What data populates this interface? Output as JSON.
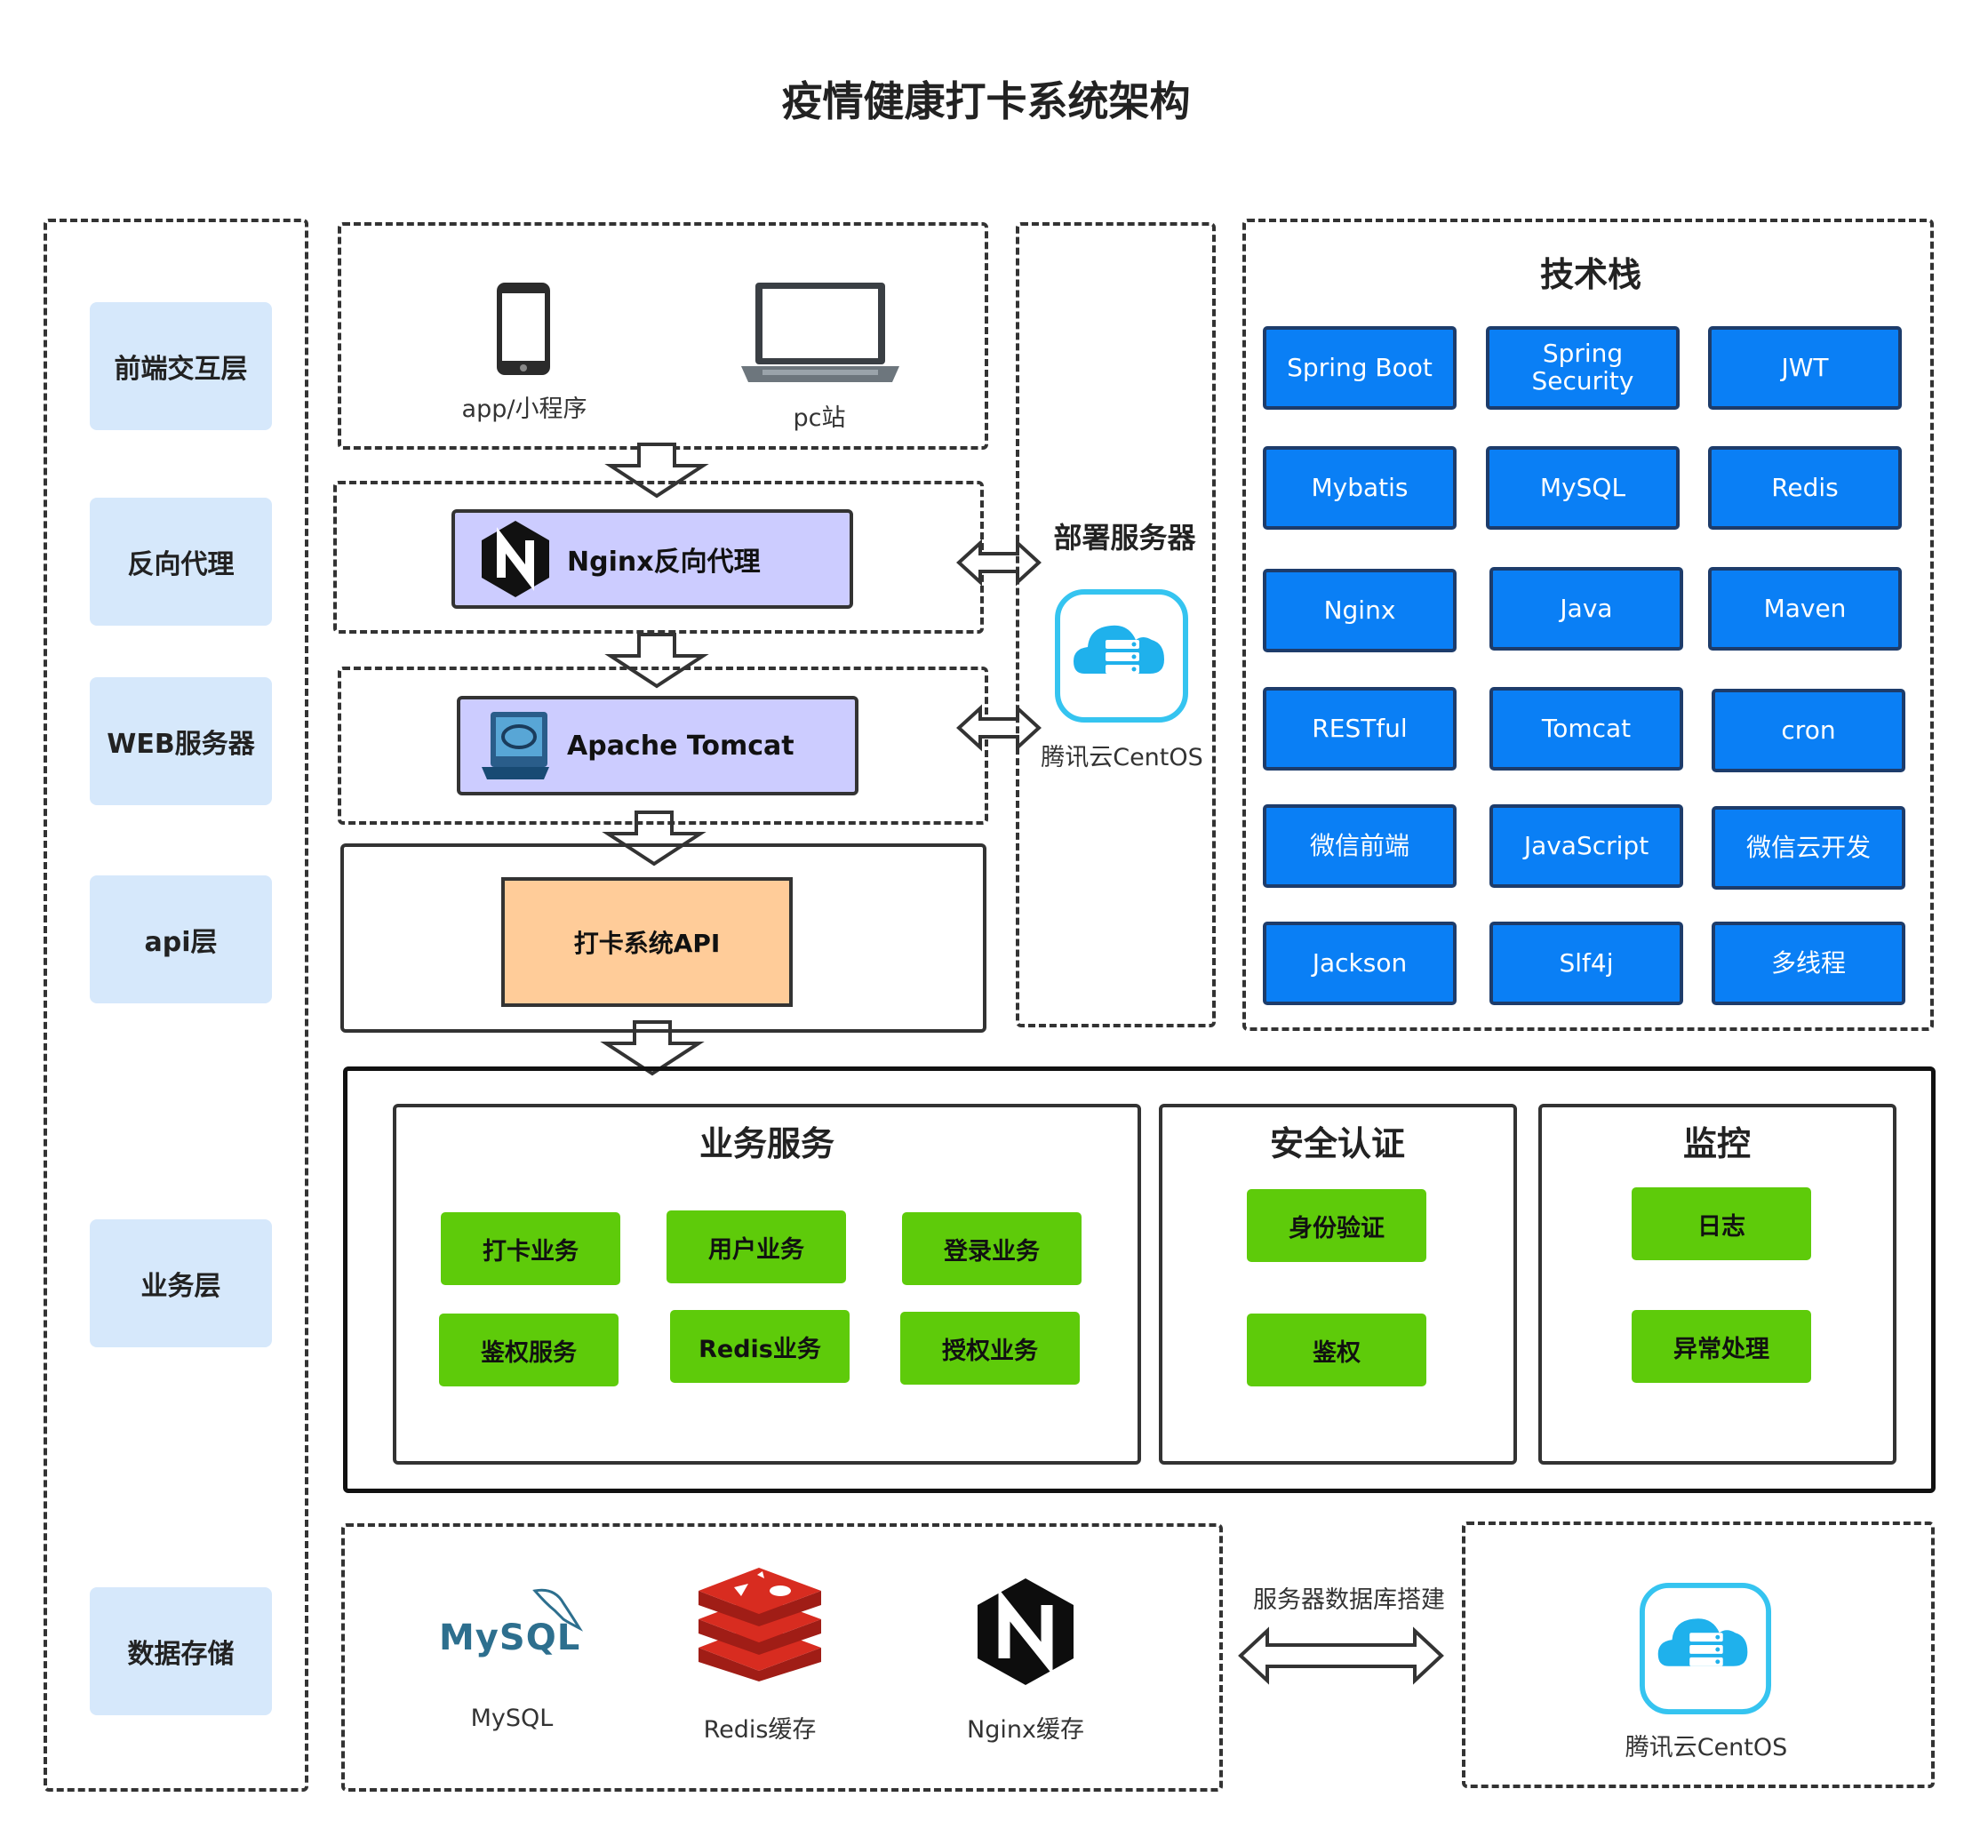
{
  "title": "疫情健康打卡系统架构",
  "layers": [
    "前端交互层",
    "反向代理",
    "WEB服务器",
    "api层",
    "业务层",
    "数据存储"
  ],
  "frontend": {
    "app_label": "app/小程序",
    "pc_label": "pc站"
  },
  "proxy": {
    "label": "Nginx反向代理"
  },
  "web": {
    "label": "Apache Tomcat"
  },
  "api": {
    "label": "打卡系统API"
  },
  "deploy": {
    "title": "部署服务器",
    "server_label": "腾讯云CentOS"
  },
  "tech_stack": {
    "title": "技术栈",
    "items": [
      "Spring Boot",
      "Spring\nSecurity",
      "JWT",
      "Mybatis",
      "MySQL",
      "Redis",
      "Nginx",
      "Java",
      "Maven",
      "RESTful",
      "Tomcat",
      "cron",
      "微信前端",
      "JavaScript",
      "微信云开发",
      "Jackson",
      "Slf4j",
      "多线程"
    ]
  },
  "business": {
    "title": "业务服务",
    "items": [
      "打卡业务",
      "用户业务",
      "登录业务",
      "鉴权服务",
      "Redis业务",
      "授权业务"
    ]
  },
  "security": {
    "title": "安全认证",
    "items": [
      "身份验证",
      "鉴权"
    ]
  },
  "monitor": {
    "title": "监控",
    "items": [
      "日志",
      "异常处理"
    ]
  },
  "storage": {
    "mysql_logo": "MySQL",
    "mysql_label": "MySQL",
    "redis_label": "Redis缓存",
    "nginx_label": "Nginx缓存",
    "link_label": "服务器数据库搭建",
    "server_label": "腾讯云CentOS"
  },
  "colors": {
    "tech_blue": "#0a7ff5",
    "business_green": "#5ecb0a",
    "layer_bg": "#d6e8fb",
    "proxy_purple": "#ccccff",
    "api_orange": "#ffcc99",
    "cloud_blue": "#29b6f6"
  }
}
